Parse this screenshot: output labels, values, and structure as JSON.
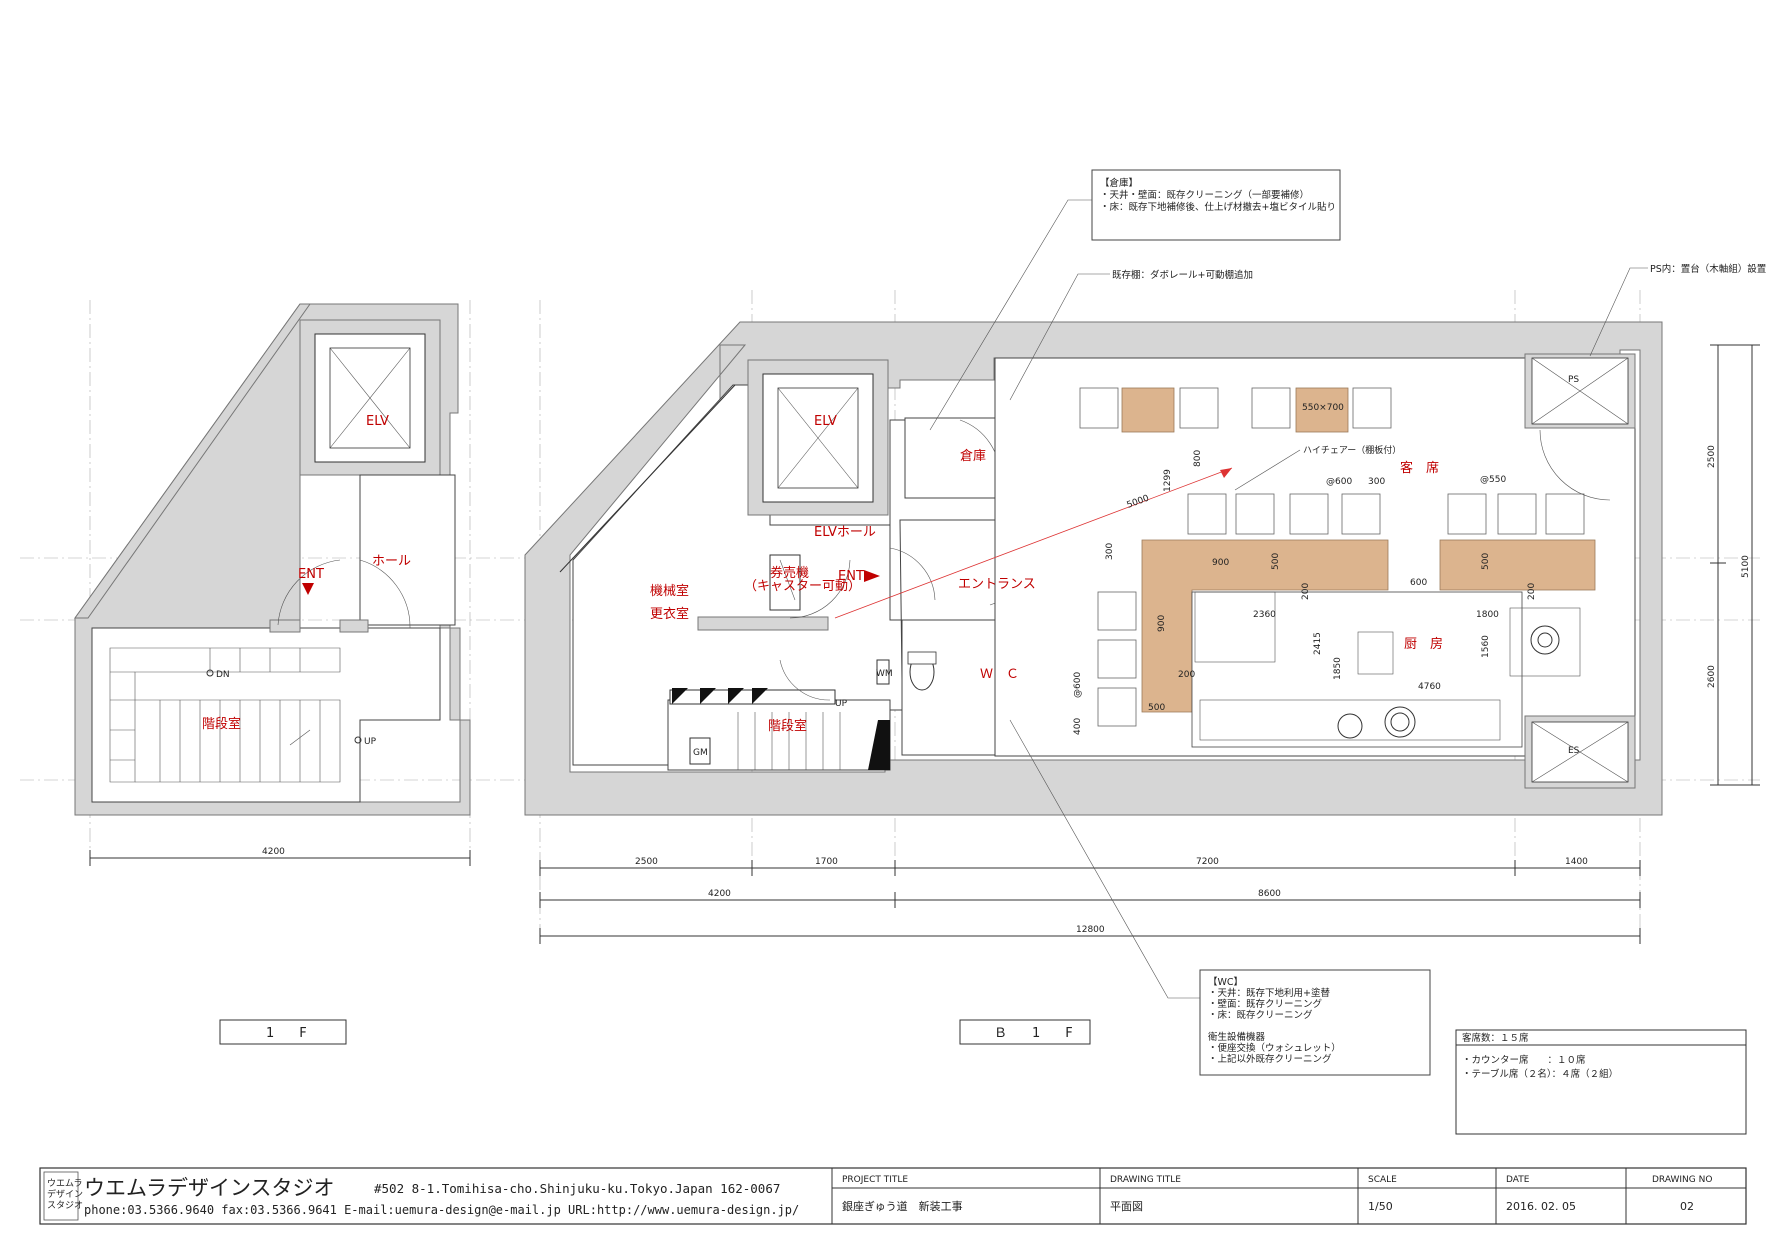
{
  "plan_1f": {
    "elv": "ELV",
    "hall": "ホール",
    "ent": "ENT",
    "stair_room": "階段室",
    "dn": "DN",
    "up": "UP",
    "dim_width": "4200",
    "floor_label": "1　F"
  },
  "plan_b1f": {
    "elv": "ELV",
    "elv_hall": "ELVホール",
    "ent": "ENT",
    "storage": "倉庫",
    "machine_room": "機械室",
    "locker_room": "更衣室",
    "ticket_machine_1": "券売機",
    "ticket_machine_2": "（キャスター可動）",
    "entrance": "エントランス",
    "wc": "Ｗ　Ｃ",
    "stair_room": "階段室",
    "guest_seats": "客　席",
    "kitchen": "厨　房",
    "high_chair": "ハイチェアー（棚板付）",
    "table_size": "550×700",
    "gm": "GM",
    "wm": "WM",
    "up": "UP",
    "ps": "PS",
    "es": "ES",
    "floor_label": "Ｂ　1　F",
    "dims": {
      "d5000": "5000",
      "d1299": "1299",
      "d800": "800",
      "d600a": "@600",
      "d300a": "300",
      "d550": "@550",
      "d300b": "300",
      "d900a": "900",
      "d500a": "500",
      "d600b": "600",
      "d500b": "500",
      "d200a": "200",
      "d200b": "200",
      "d2360": "2360",
      "d1800": "1800",
      "d900b": "900",
      "d2415": "2415",
      "d1850": "1850",
      "d1560": "1560",
      "d4760": "4760",
      "d200c": "200",
      "d500c": "500",
      "d600c": "@600",
      "d400": "400",
      "d2500v": "2500",
      "d2600v": "2600",
      "d5100v": "5100",
      "h2500": "2500",
      "h1700": "1700",
      "h7200": "7200",
      "h1400": "1400",
      "h4200": "4200",
      "h8600": "8600",
      "h12800": "12800"
    }
  },
  "notes": {
    "storage_note": [
      "【倉庫】",
      "・天井・壁面：既存クリーニング（一部要補修）",
      "・床：既存下地補修後、仕上げ材撤去+塩ビタイル貼り"
    ],
    "shelf_note": "既存棚：ダボレール+可動棚追加",
    "ps_note": "PS内：置台（木軸組）設置",
    "wc_note": [
      "【WC】",
      "・天井：既存下地利用+塗替",
      "・壁面：既存クリーニング",
      "・床：既存クリーニング",
      "",
      "衛生設備機器",
      "・便座交換（ウォシュレット）",
      "・上記以外既存クリーニング"
    ]
  },
  "seat_table": {
    "title": "客席数：１５席",
    "rows": [
      "・カウンター席　　：１０席",
      "・テーブル席（２名）：４席（２組）"
    ]
  },
  "title_block": {
    "studio_name": "ウエムラデザインスタジオ",
    "logo_text": [
      "ウエムラ",
      "デザイン",
      "スタジオ"
    ],
    "address": "#502 8-1.Tomihisa-cho.Shinjuku-ku.Tokyo.Japan 162-0067",
    "contact": "phone:03.5366.9640 fax:03.5366.9641 E-mail:uemura-design@e-mail.jp URL:http://www.uemura-design.jp/",
    "project_title_head": "PROJECT TITLE",
    "project_title": "銀座ぎゅう道　新装工事",
    "drawing_title_head": "DRAWING TITLE",
    "drawing_title": "平面図",
    "scale_head": "SCALE",
    "scale": "1/50",
    "date_head": "DATE",
    "date": "2016. 02. 05",
    "drawing_no_head": "DRAWING NO",
    "drawing_no": "02"
  }
}
